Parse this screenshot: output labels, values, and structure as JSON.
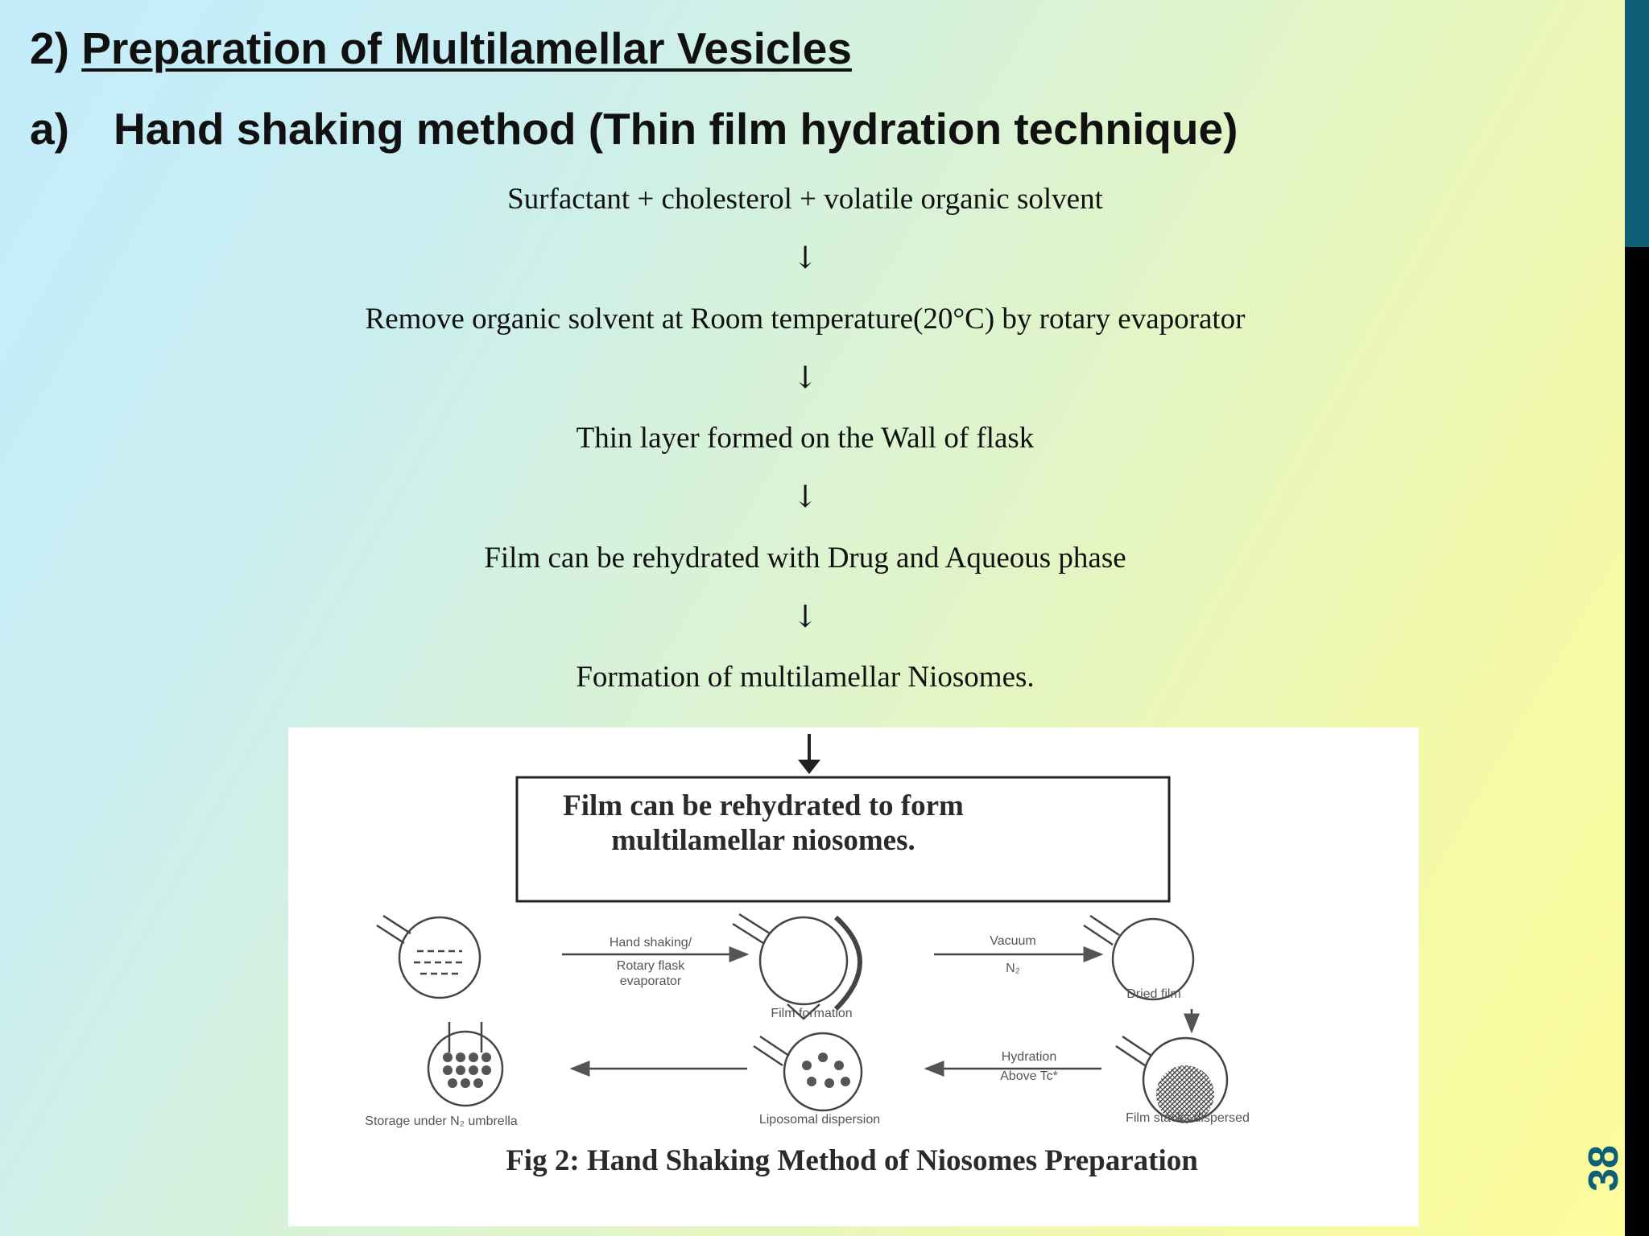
{
  "slide": {
    "page_number": "38",
    "heading_number": "2)",
    "heading_title": "Preparation of Multilamellar Vesicles",
    "subheading_marker": "a)",
    "subheading_title": "Hand shaking method (Thin film hydration technique)"
  },
  "flow": {
    "steps": [
      "Surfactant + cholesterol + volatile organic solvent",
      "Remove organic solvent at Room temperature(20°C) by rotary evaporator",
      "Thin layer formed on the Wall of flask",
      "Film can be rehydrated with Drug and Aqueous phase",
      "Formation of multilamellar Niosomes."
    ],
    "arrow_symbol": "↓"
  },
  "figure": {
    "box_text": "Film can be rehydrated to form multilamellar niosomes.",
    "labels": {
      "hand_shaking": "Hand shaking/",
      "rotary_flask": "Rotary flask",
      "evaporator": "evaporator",
      "film_formation": "Film formation",
      "vacuum": "Vacuum",
      "n2": "N₂",
      "dried_film": "Dried film",
      "hydration": "Hydration",
      "above_tc": "Above Tc*",
      "film_stacks": "Film stacks dispersed",
      "liposomal_dispersion": "Liposomal dispersion",
      "storage": "Storage under N₂ umbrella"
    },
    "caption": "Fig 2: Hand Shaking Method of Niosomes Preparation"
  }
}
